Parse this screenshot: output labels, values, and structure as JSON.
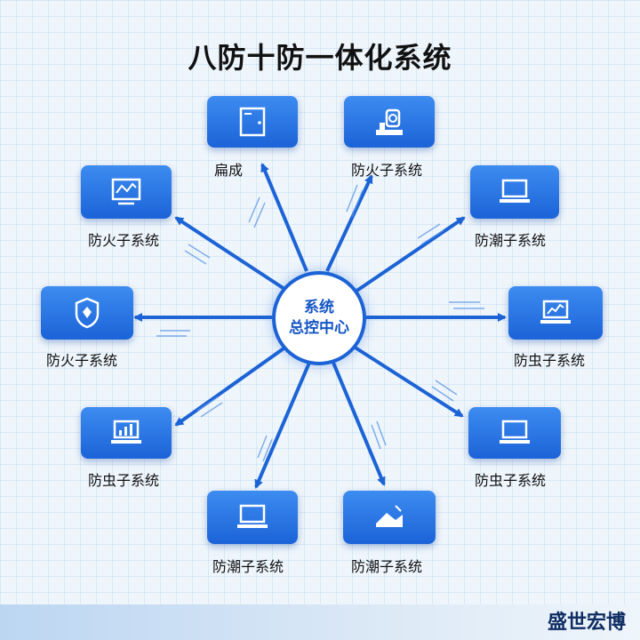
{
  "title": "八防十防一体化系统",
  "center": {
    "line1": "系统",
    "line2": "总控中心"
  },
  "nodes": [
    {
      "label": "扁成",
      "icon": "door-icon"
    },
    {
      "label": "防火子系统",
      "icon": "camera-icon"
    },
    {
      "label": "防潮子系统",
      "icon": "laptop-icon"
    },
    {
      "label": "防虫子系统",
      "icon": "laptop-chart-icon"
    },
    {
      "label": "防虫子系统",
      "icon": "laptop-icon"
    },
    {
      "label": "防潮子系统",
      "icon": "warehouse-icon"
    },
    {
      "label": "防潮子系统",
      "icon": "laptop-icon"
    },
    {
      "label": "防虫子系统",
      "icon": "laptop-bar-chart-icon"
    },
    {
      "label": "防火子系统",
      "icon": "shield-icon"
    },
    {
      "label": "防火子系统",
      "icon": "monitor-chart-icon"
    }
  ],
  "logo": "盛世宏博",
  "colors": {
    "accent": "#1c63d6",
    "card": "#2f7fe8"
  }
}
